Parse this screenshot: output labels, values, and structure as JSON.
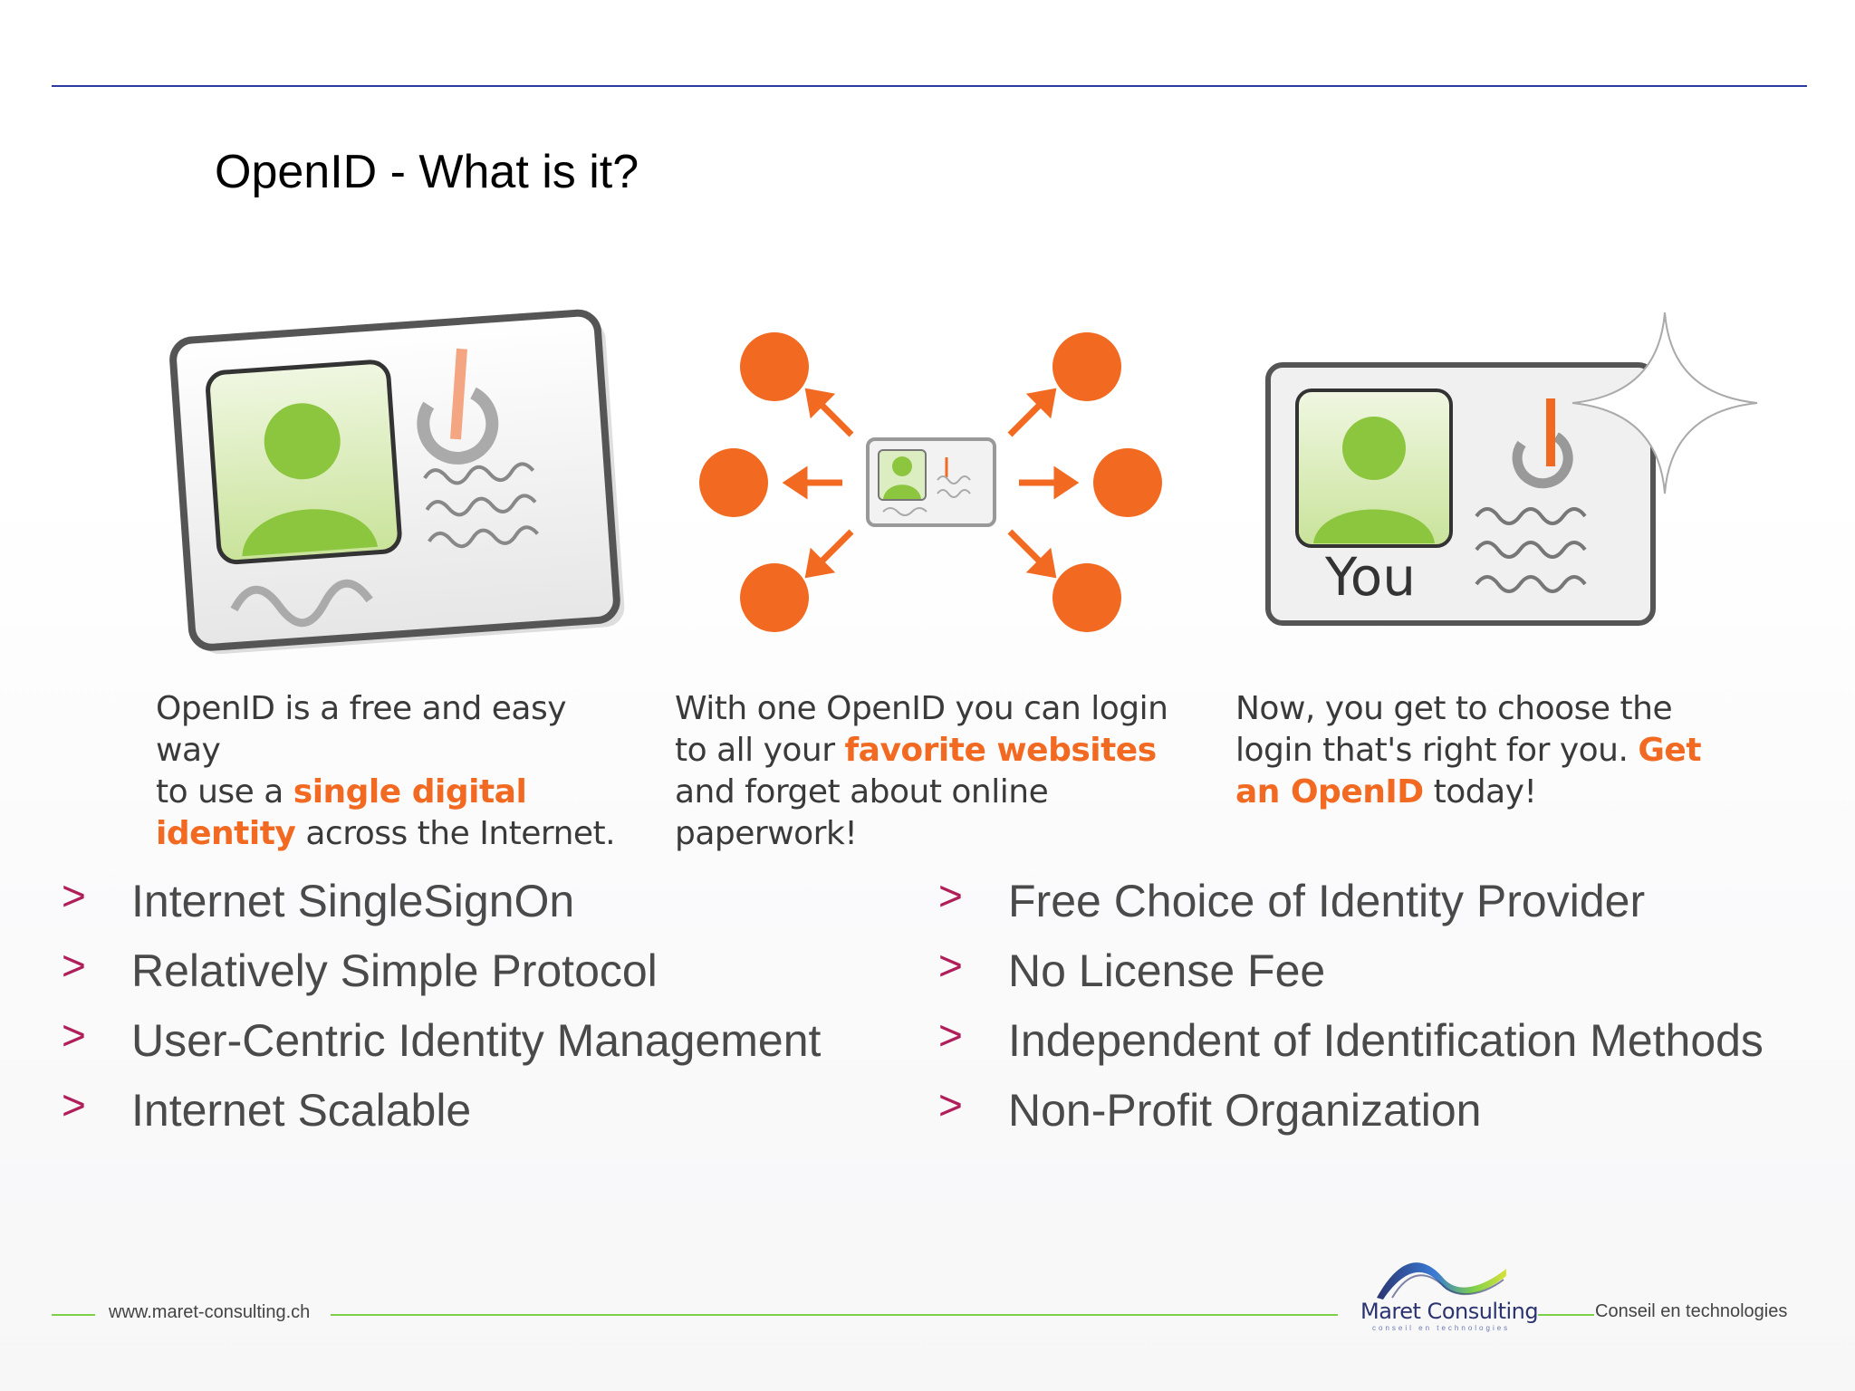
{
  "slide": {
    "title": "OpenID - What is it?"
  },
  "panels": [
    {
      "caption_parts": [
        "OpenID is a free and easy way",
        "to use a ",
        "single digital",
        "identity",
        " across the Internet."
      ]
    },
    {
      "caption_parts": [
        "With one OpenID you can login",
        "to all your ",
        "favorite websites",
        "and forget about online",
        "paperwork!"
      ]
    },
    {
      "card_label": "You",
      "caption_parts": [
        "Now, you get to choose the",
        "login that's right for you. ",
        "Get",
        "an OpenID",
        " today!"
      ]
    }
  ],
  "bullets_left": [
    "Internet SingleSignOn",
    "Relatively Simple Protocol",
    "User-Centric Identity Management",
    "Internet Scalable"
  ],
  "bullets_right": [
    "Free Choice of Identity Provider",
    "No License Fee",
    "Independent of Identification Methods",
    "Non-Profit Organization"
  ],
  "bullet_marker": ">",
  "footer": {
    "url": "www.maret-consulting.ch",
    "brand": "Maret Consulting",
    "brand_sub": "conseil en technologies",
    "tagline": "Conseil en technologies"
  },
  "colors": {
    "rule_blue": "#2b3a9e",
    "bullet_marker": "#b01f5a",
    "highlight_orange": "#f26a21",
    "footer_green": "#7ed04b",
    "avatar_green": "#8cc63f"
  }
}
